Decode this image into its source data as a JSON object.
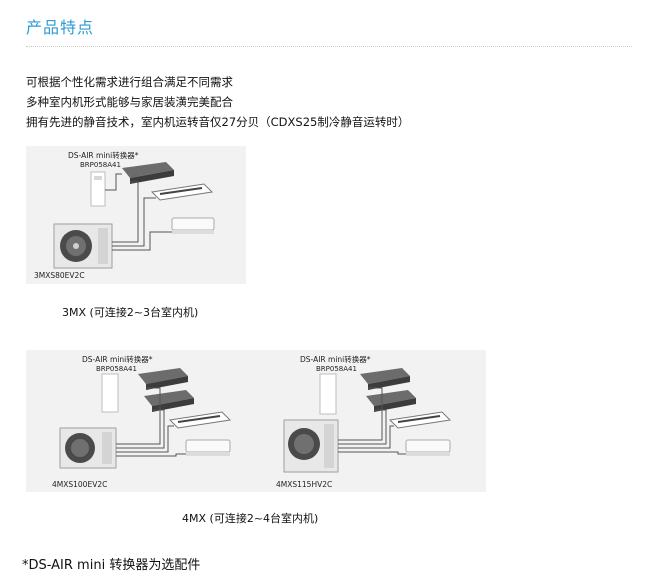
{
  "section": {
    "title": "产品特点"
  },
  "features": [
    "可根据个性化需求进行组合满足不同需求",
    "多种室内机形式能够与家居装潢完美配合",
    "拥有先进的静音技术，室内机运转音仅27分贝（CDXS25制冷静音运转时）"
  ],
  "diagram_3mx": {
    "converter_label": "DS-AIR mini转换器*",
    "converter_model": "BRP058A41",
    "outdoor_model": "3MXS80EV2C",
    "caption": "3MX (可连接2~3台室内机)"
  },
  "diagram_4mx_a": {
    "converter_label": "DS-AIR mini转换器*",
    "converter_model": "BRP058A41",
    "outdoor_model": "4MXS100EV2C"
  },
  "diagram_4mx_b": {
    "converter_label": "DS-AIR mini转换器*",
    "converter_model": "BRP058A41",
    "outdoor_model": "4MXS115HV2C"
  },
  "caption_4mx": "4MX (可连接2~4台室内机)",
  "footnote": "*DS-AIR mini 转换器为选配件"
}
